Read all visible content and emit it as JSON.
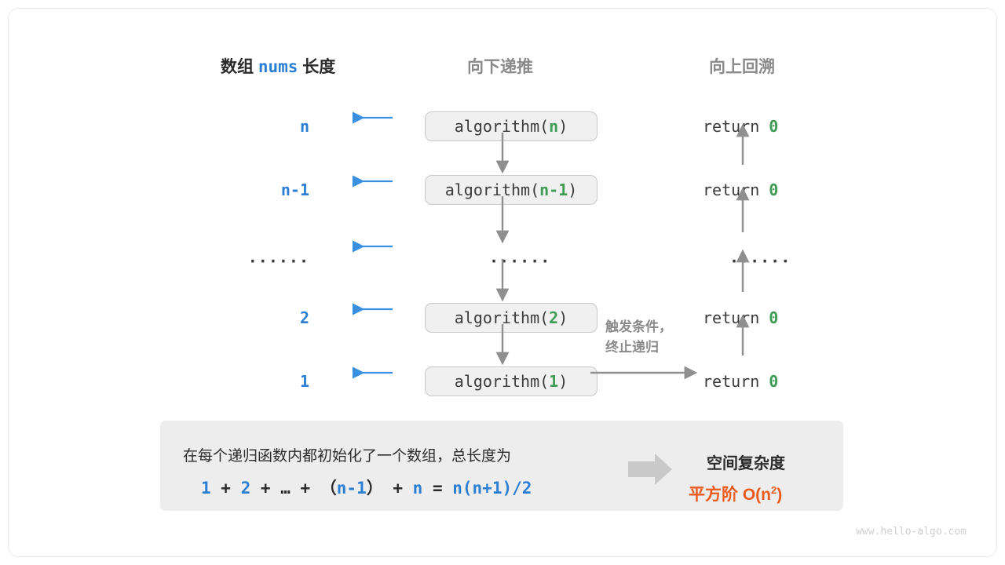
{
  "headers": {
    "left_prefix": "数组",
    "left_mono": "nums",
    "left_suffix": "长度",
    "middle": "向下递推",
    "right": "向上回溯"
  },
  "rows": [
    {
      "label": "n",
      "call_prefix": "algorithm(",
      "call_arg": "n",
      "call_suffix": ")",
      "ret_prefix": "return ",
      "ret_value": "0"
    },
    {
      "label": "n-1",
      "call_prefix": "algorithm(",
      "call_arg": "n-1",
      "call_suffix": ")",
      "ret_prefix": "return ",
      "ret_value": "0"
    },
    {
      "label": "······",
      "call_prefix": "",
      "call_arg": "······",
      "call_suffix": "",
      "ret_prefix": "",
      "ret_value": "······"
    },
    {
      "label": "2",
      "call_prefix": "algorithm(",
      "call_arg": "2",
      "call_suffix": ")",
      "ret_prefix": "return ",
      "ret_value": "0"
    },
    {
      "label": "1",
      "call_prefix": "algorithm(",
      "call_arg": "1",
      "call_suffix": ")",
      "ret_prefix": "return ",
      "ret_value": "0"
    }
  ],
  "note": {
    "line1": "触发条件，",
    "line2": "终止递归"
  },
  "panel": {
    "description": "在每个递归函数内都初始化了一个数组，总长度为",
    "formula": {
      "t1": "1",
      "op1": " + ",
      "t2": "2",
      "op2": " + ",
      "t3": "…",
      "op3": " + （",
      "t4": "n-1",
      "op4": "） + ",
      "t5": "n",
      "op5": " = ",
      "t6": "n(n+1)/2"
    },
    "result_title": "空间复杂度",
    "result_value": "平方阶  O(n",
    "result_exp": "2",
    "result_tail": ")"
  },
  "watermark": "www.hello-algo.com",
  "colors": {
    "blue": "#2a7fd4",
    "green": "#3f9c55",
    "orange": "#ec5b1d",
    "gray_arrow": "#8a8a8a",
    "box_fill": "#f0f0f0",
    "panel_fill": "#ededed"
  }
}
